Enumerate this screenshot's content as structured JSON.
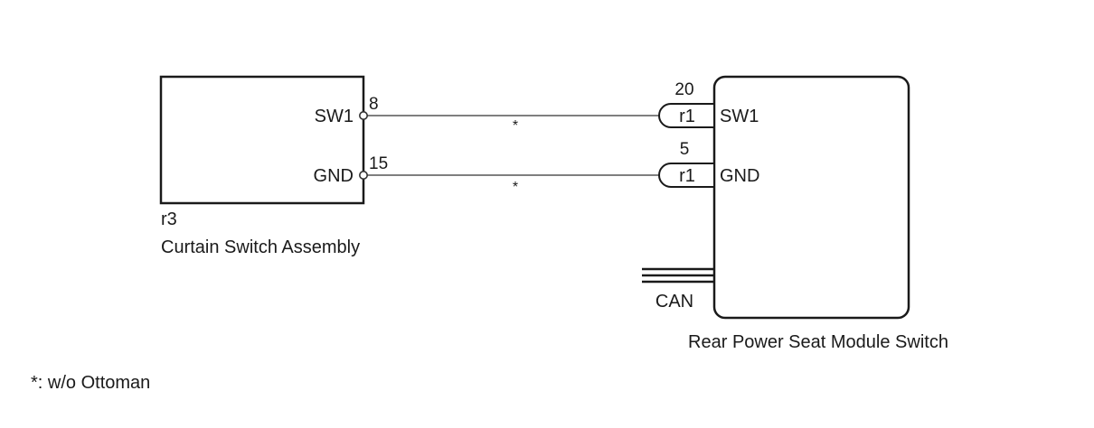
{
  "components": {
    "left": {
      "ref": "r3",
      "name": "Curtain Switch Assembly"
    },
    "right": {
      "name": "Rear Power Seat Module Switch"
    }
  },
  "wires": [
    {
      "left_terminal": "SW1",
      "left_pin": "8",
      "right_terminal": "SW1",
      "right_pin": "20",
      "connector": "r1",
      "note_mark": "*"
    },
    {
      "left_terminal": "GND",
      "left_pin": "15",
      "right_terminal": "GND",
      "right_pin": "5",
      "connector": "r1",
      "note_mark": "*"
    }
  ],
  "bus": {
    "label": "CAN"
  },
  "footnote": "*: w/o Ottoman"
}
